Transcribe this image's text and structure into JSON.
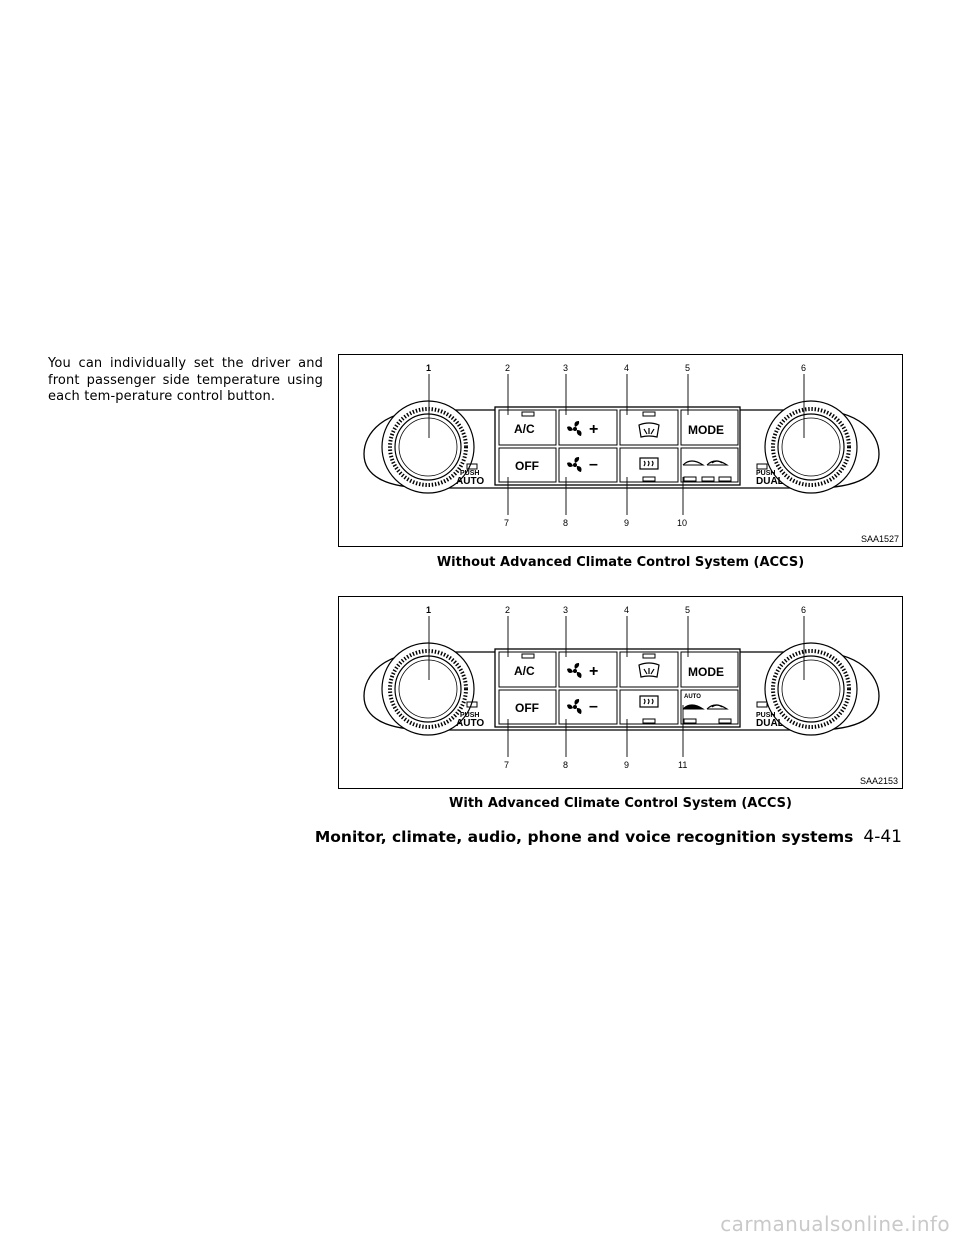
{
  "intro_text": "You can individually set the driver and front passenger side temperature using each tem-perature control button.",
  "figures": [
    {
      "code": "SAA1527",
      "caption": "Without Advanced Climate Control System (ACCS)",
      "top_callouts": [
        "1",
        "2",
        "3",
        "4",
        "5",
        "6"
      ],
      "bottom_callouts": [
        "7",
        "8",
        "9",
        "10"
      ],
      "buttons": {
        "ac": "A/C",
        "off": "OFF",
        "mode": "MODE",
        "fan_up": "+",
        "fan_down": "–"
      },
      "left_knob": {
        "push": "PUSH",
        "label": "AUTO"
      },
      "right_knob": {
        "push": "PUSH",
        "label": "DUAL"
      },
      "auto_badge": ""
    },
    {
      "code": "SAA2153",
      "caption": "With Advanced Climate Control System (ACCS)",
      "top_callouts": [
        "1",
        "2",
        "3",
        "4",
        "5",
        "6"
      ],
      "bottom_callouts": [
        "7",
        "8",
        "9",
        "11"
      ],
      "buttons": {
        "ac": "A/C",
        "off": "OFF",
        "mode": "MODE",
        "fan_up": "+",
        "fan_down": "–"
      },
      "left_knob": {
        "push": "PUSH",
        "label": "AUTO"
      },
      "right_knob": {
        "push": "PUSH",
        "label": "DUAL"
      },
      "auto_badge": "AUTO"
    }
  ],
  "footer": {
    "section": "Monitor, climate, audio, phone and voice recognition systems",
    "page": "4-41"
  },
  "watermark": "carmanualsonline.info"
}
